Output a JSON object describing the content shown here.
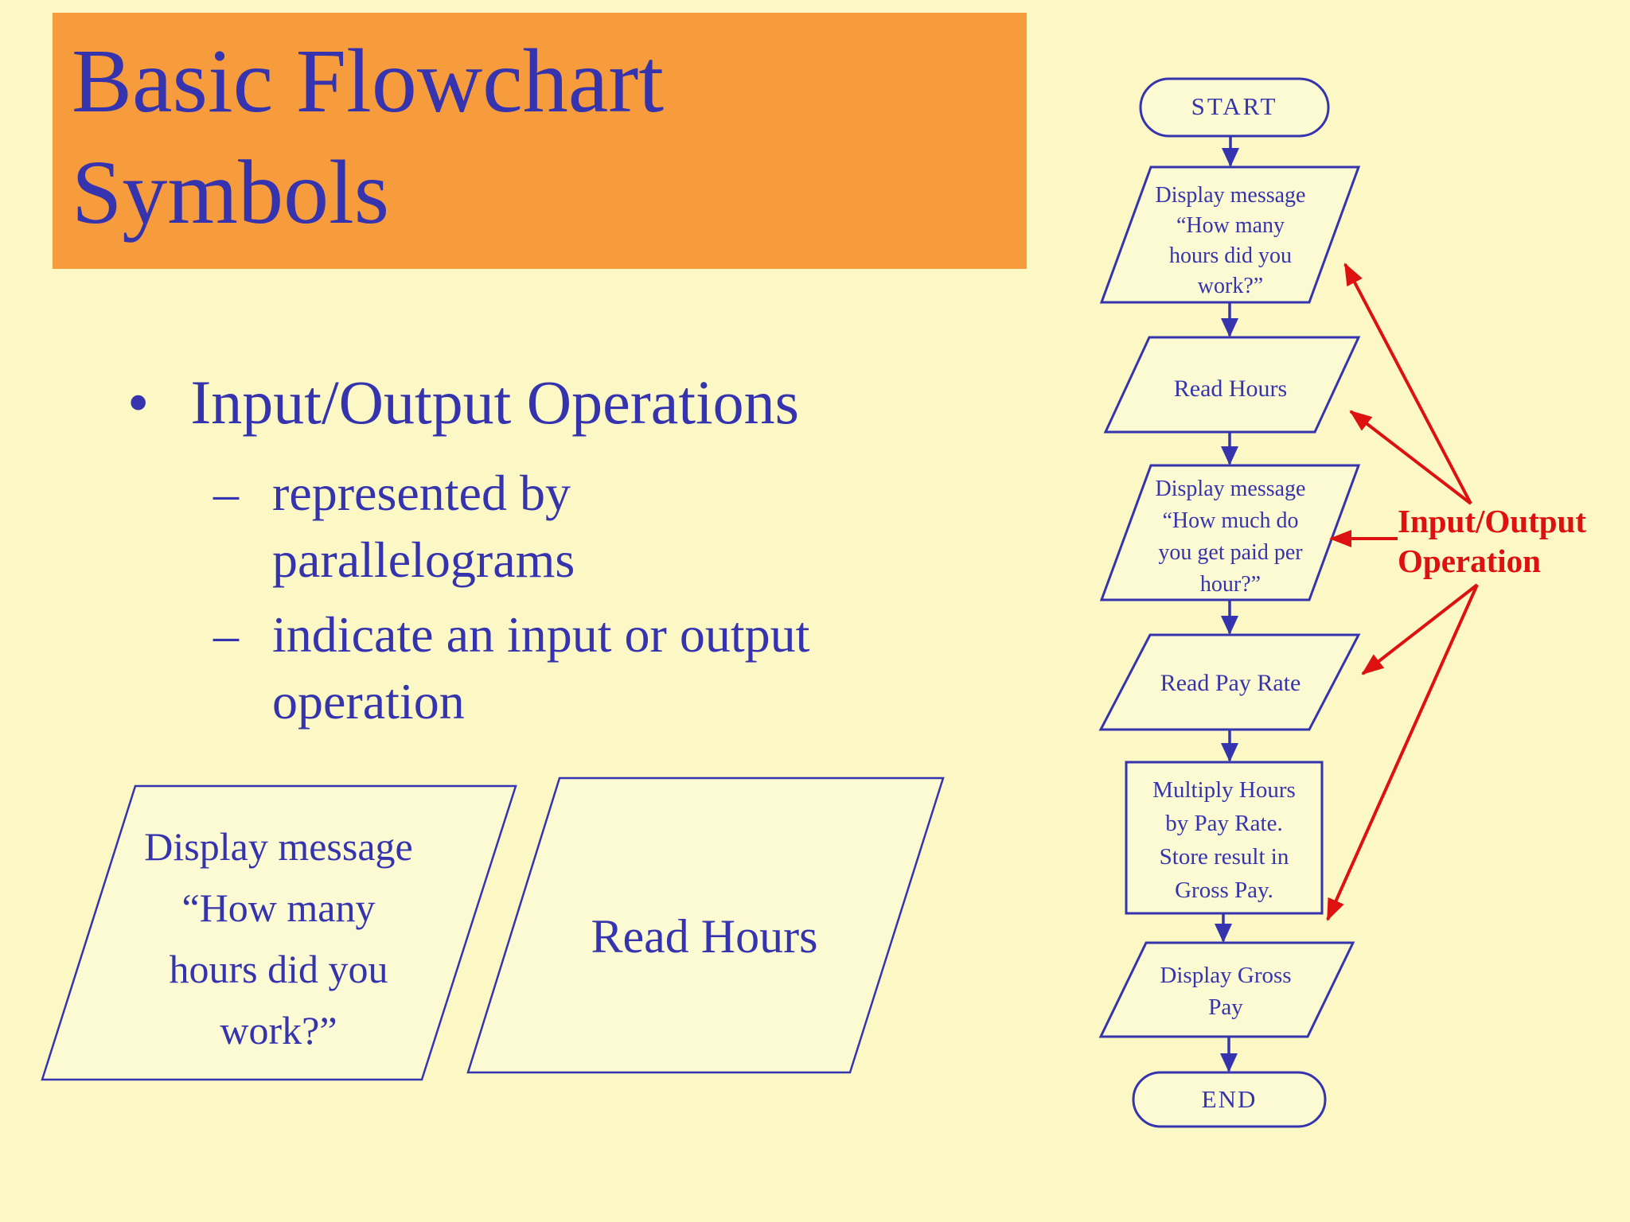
{
  "colors": {
    "background": "#FBF8C6",
    "banner_orange": "#F79C3D",
    "ink_blue": "#3534AE",
    "accent_red": "#DE1111"
  },
  "title": {
    "text": "Basic Flowchart\nSymbols"
  },
  "bullets": {
    "bullet_glyph": "•",
    "dash_glyph": "–",
    "main": "Input/Output Operations",
    "sub1": "represented by\nparallelograms",
    "sub2": "indicate an input or output\noperation"
  },
  "examples": {
    "io_example_1": "Display message\n“How many\nhours did you\nwork?”",
    "io_example_2": "Read Hours"
  },
  "flowchart": {
    "start": "START",
    "io1": "Display message\n“How many\nhours did you\nwork?”",
    "io2": "Read Hours",
    "io3": "Display message\n“How much do\nyou get paid per\nhour?”",
    "io4": "Read Pay Rate",
    "process1": "Multiply Hours\nby Pay Rate.\nStore result in\nGross Pay.",
    "io5": "Display Gross\nPay",
    "end": "END",
    "annotation": "Input/Output\nOperation"
  }
}
